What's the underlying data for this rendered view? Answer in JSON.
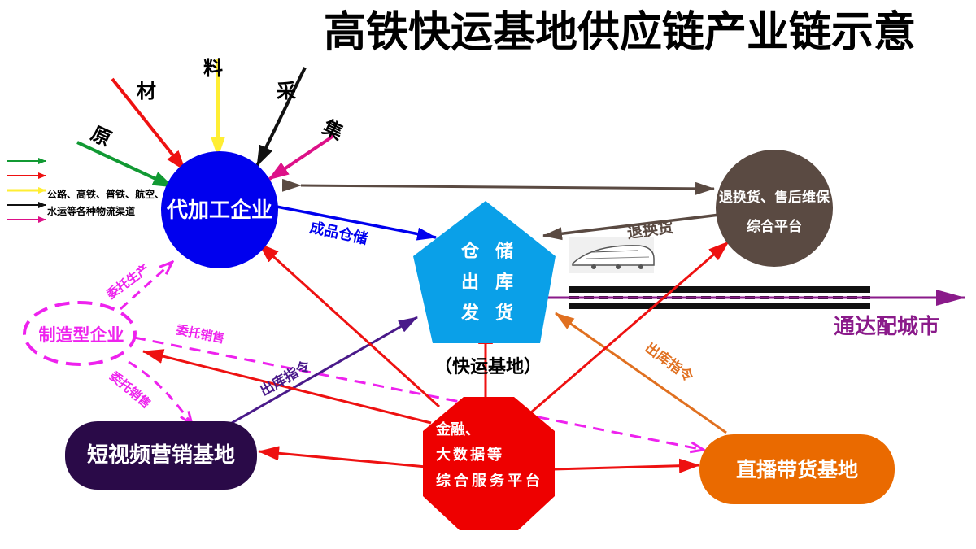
{
  "title": "高铁快运基地供应链产业链示意",
  "raw_material": [
    "原",
    "材",
    "料",
    "采",
    "集"
  ],
  "legend": {
    "items": [
      "green",
      "red",
      "yellow",
      "black",
      "magenta"
    ],
    "caption_line1": "公路、高铁、普铁、航空、",
    "caption_line2": "水运等各种物流渠道"
  },
  "nodes": {
    "processing": "代加工企业",
    "warehouse": [
      "仓",
      "储",
      "出",
      "库",
      "发",
      "货"
    ],
    "warehouse_caption": "（快运基地）",
    "returns_line1": "退换货、售后维保",
    "returns_line2": "综合平台",
    "manufacturer": "制造型企业",
    "short_video": "短视频营销基地",
    "finance_line1": "金融、",
    "finance_line2": "大数据等",
    "finance_line3": "综合服务平台",
    "livestream": "直播带货基地",
    "city": "通达配城市"
  },
  "edge_labels": {
    "finished_storage": "成品仓储",
    "returns": "退换货",
    "outbound_left": "出库指令",
    "outbound_right": "出库指令",
    "entrust_production": "委托生产",
    "entrust_sales_right": "委托销售",
    "entrust_sales_down": "委托销售"
  },
  "colors": {
    "title": "#000000",
    "processing": "#0000ee",
    "warehouse": "#0aa0e8",
    "returns": "#5a4a42",
    "short_video": "#2a0a48",
    "finance": "#ee0000",
    "livestream": "#ea6a00",
    "city": "#8a1a8a",
    "dashed": "#ee22ee",
    "arrow_red": "#ee1111",
    "arrow_blue": "#0000ee",
    "arrow_brown": "#5a4a42",
    "arrow_purple": "#4a1a8a",
    "arrow_orange": "#e07020"
  }
}
